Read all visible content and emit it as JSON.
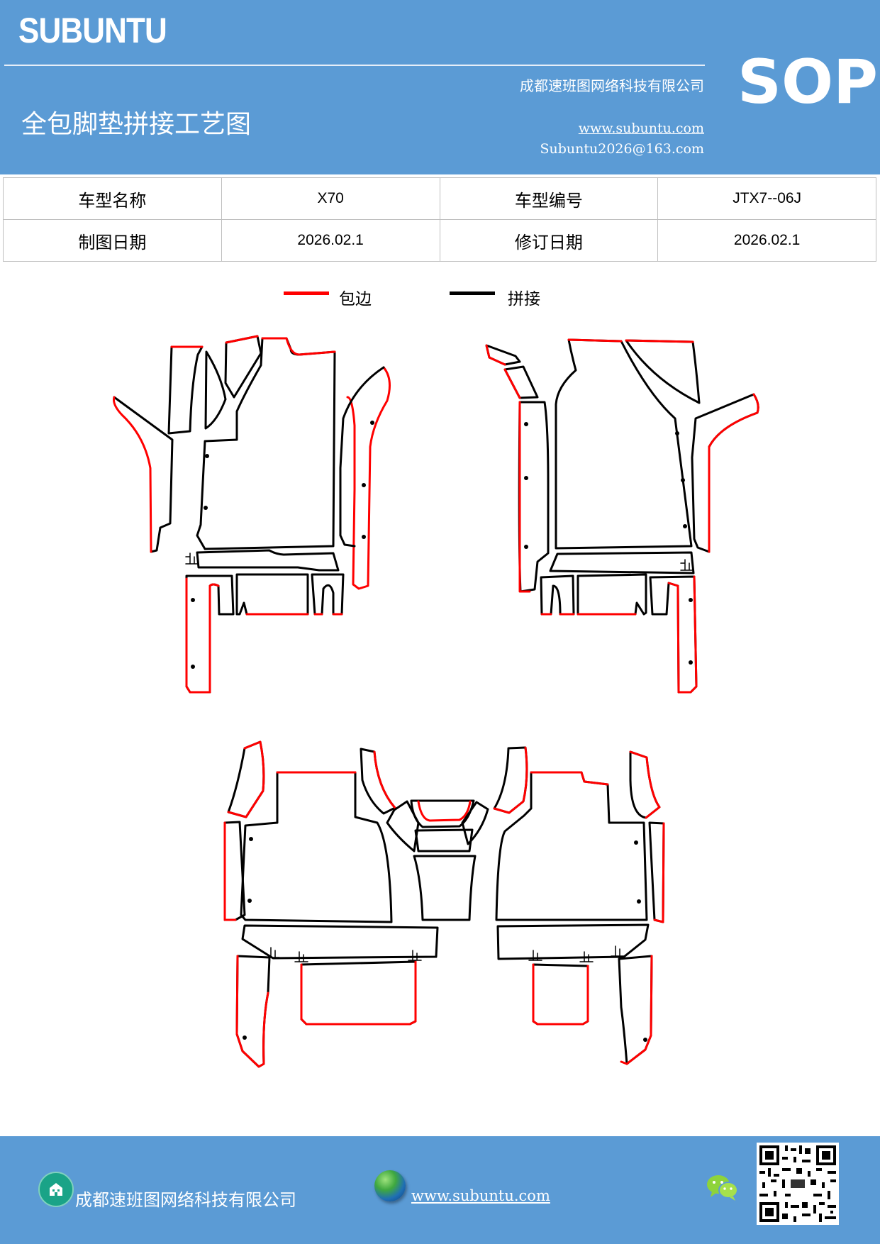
{
  "header": {
    "brand": "SUBUNTU",
    "company": "成都速班图网络科技有限公司",
    "title": "全包脚垫拼接工艺图",
    "website": "www.subuntu.com",
    "email": "Subuntu2026@163.com",
    "doc_type": "SOP"
  },
  "info": {
    "row1": {
      "label1": "车型名称",
      "value1": "X70",
      "label2": "车型编号",
      "value2": "JTX7--06J"
    },
    "row2": {
      "label1": "制图日期",
      "value1": "2026.02.1",
      "label2": "修订日期",
      "value2": "2026.02.1"
    }
  },
  "legend": {
    "edge_label": "包边",
    "edge_color": "#ff0000",
    "splice_label": "拼接",
    "splice_color": "#000000"
  },
  "footer": {
    "company": "成都速班图网络科技有限公司",
    "website": "www.subuntu.com",
    "icons": [
      "building-icon",
      "globe-icon",
      "wechat-icon",
      "qr-code"
    ]
  }
}
